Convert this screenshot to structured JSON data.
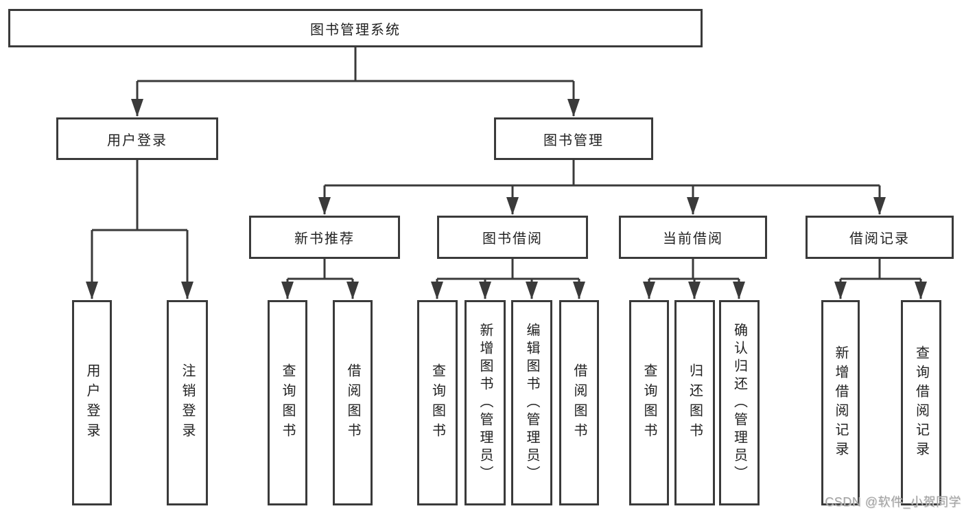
{
  "diagram": {
    "root": "图书管理系统",
    "level2": [
      {
        "label": "用户登录",
        "children": [
          "用户登录",
          "注销登录"
        ]
      },
      {
        "label": "图书管理",
        "sections": [
          {
            "label": "新书推荐",
            "children": [
              "查询图书",
              "借阅图书"
            ]
          },
          {
            "label": "图书借阅",
            "children": [
              "查询图书",
              "新增图书（管理员）",
              "编辑图书（管理员）",
              "借阅图书"
            ]
          },
          {
            "label": "当前借阅",
            "children": [
              "查询图书",
              "归还图书",
              "确认归还（管理员）"
            ]
          },
          {
            "label": "借阅记录",
            "children": [
              "新增借阅记录",
              "查询借阅记录"
            ]
          }
        ]
      }
    ],
    "colors": {
      "line": "#3a3a3a",
      "text": "#222222",
      "watermark": "#a3a3a3"
    },
    "watermark": "CSDN @软件_小贺同学"
  }
}
